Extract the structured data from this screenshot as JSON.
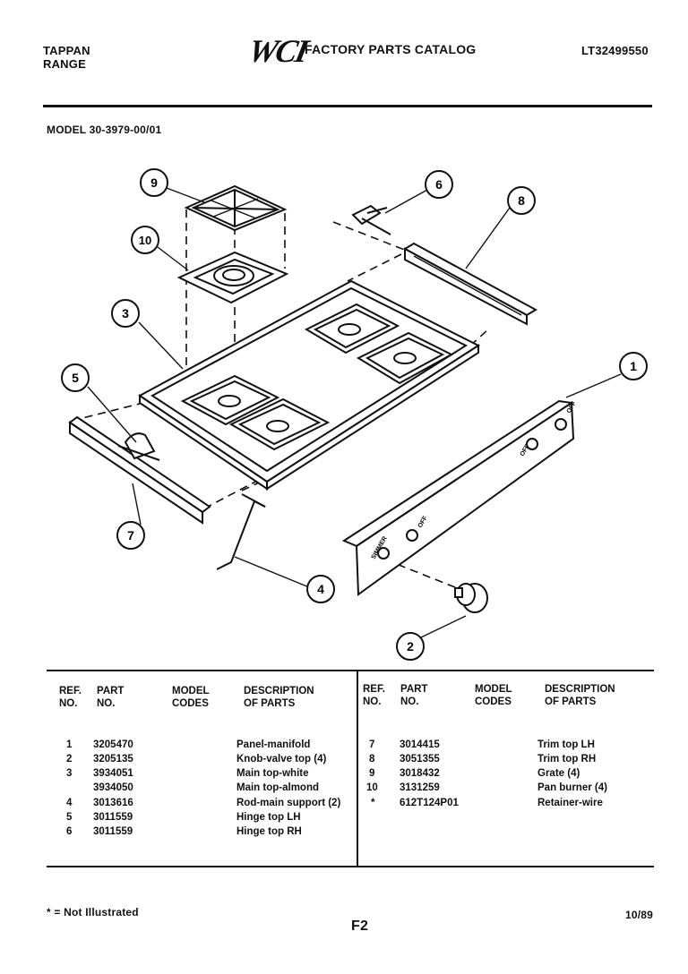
{
  "header": {
    "brand_line1": "TAPPAN",
    "brand_line2": "RANGE",
    "logo": "WCI",
    "catalog_title": "FACTORY PARTS CATALOG",
    "catalog_code": "LT32499550"
  },
  "model": "MODEL 30-3979-00/01",
  "diagram": {
    "callouts": [
      "9",
      "6",
      "8",
      "10",
      "3",
      "1",
      "5",
      "7",
      "4",
      "2"
    ],
    "knob_labels": [
      "SIMMER",
      "OFF",
      "OFF",
      "OFF"
    ]
  },
  "table": {
    "headers": {
      "ref_no": [
        "REF.",
        "NO."
      ],
      "part_no": [
        "PART",
        "NO."
      ],
      "model_codes": [
        "MODEL",
        "CODES"
      ],
      "description": [
        "DESCRIPTION",
        "OF PARTS"
      ]
    },
    "left_rows": [
      {
        "ref": "1",
        "part": "3205470",
        "desc": "Panel-manifold"
      },
      {
        "ref": "2",
        "part": "3205135",
        "desc": "Knob-valve top (4)"
      },
      {
        "ref": "3",
        "part": "3934051",
        "desc": "Main top-white"
      },
      {
        "ref": "",
        "part": "3934050",
        "desc": "Main top-almond"
      },
      {
        "ref": "4",
        "part": "3013616",
        "desc": "Rod-main support (2)"
      },
      {
        "ref": "5",
        "part": "3011559",
        "desc": "Hinge top LH"
      },
      {
        "ref": "6",
        "part": "3011559",
        "desc": "Hinge top RH"
      }
    ],
    "right_rows": [
      {
        "ref": "7",
        "part": "3014415",
        "desc": "Trim top LH"
      },
      {
        "ref": "8",
        "part": "3051355",
        "desc": "Trim top RH"
      },
      {
        "ref": "9",
        "part": "3018432",
        "desc": "Grate (4)"
      },
      {
        "ref": "10",
        "part": "3131259",
        "desc": "Pan burner (4)"
      },
      {
        "ref": "*",
        "part": "612T124P01",
        "desc": "Retainer-wire"
      }
    ]
  },
  "footer": {
    "note": "* = Not Illustrated",
    "page": "F2",
    "date": "10/89"
  }
}
